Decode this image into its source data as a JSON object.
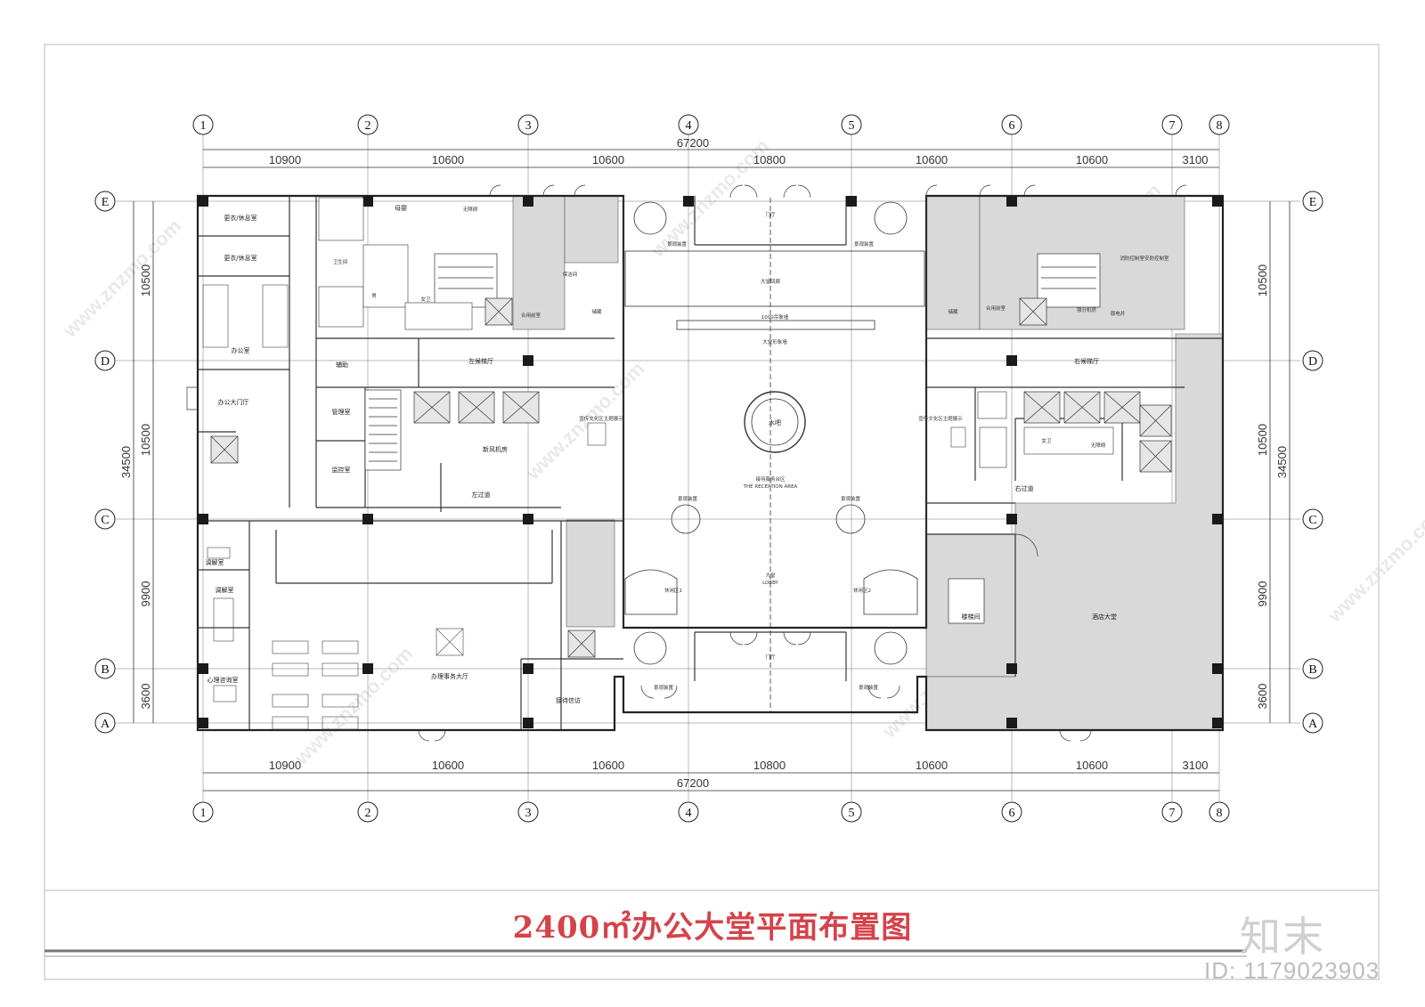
{
  "title": "2400㎡办公大堂平面布置图",
  "brand": "知末",
  "image_id": "ID: 1179023903",
  "watermark": "www.znzmo.com",
  "colors": {
    "title": "#d4434a",
    "line": "#222222",
    "fill": "#d9d9d9"
  },
  "grid": {
    "columns": [
      "1",
      "2",
      "3",
      "4",
      "5",
      "6",
      "7",
      "8"
    ],
    "rows": [
      "E",
      "D",
      "C",
      "B",
      "A"
    ],
    "top_dims": [
      "10900",
      "10600",
      "10600",
      "10800",
      "10600",
      "10600",
      "3100"
    ],
    "top_total": "67200",
    "bottom_dims": [
      "10900",
      "10600",
      "10600",
      "10800",
      "10600",
      "10600",
      "3100"
    ],
    "bottom_total": "67200",
    "side_dims": [
      "10500",
      "10500",
      "9900",
      "3600"
    ],
    "side_total": "34500"
  },
  "rooms": {
    "changing1": "更衣/休息室",
    "changing2": "更衣/休息室",
    "office": "办公室",
    "office_hall": "办公大门厅",
    "mediation": "调解室",
    "mediation2": "调解室",
    "counseling": "心理咨询室",
    "auxiliary": "辅助",
    "management": "管理室",
    "monitoring": "监控室",
    "mother": "母婴",
    "accessible": "无障碍",
    "restroom": "卫生间",
    "male": "男",
    "female": "女卫",
    "left_lift_hall": "左候梯厅",
    "publicity_left": "宣传文化区主题展示",
    "fresh_air": "新风机房",
    "left_corridor": "左过道",
    "storage_left": "储藏",
    "shaft_left": "合用前室",
    "cleaning": "保洁间",
    "gate_top": "门厅",
    "gallery": "大堂回廊",
    "wall1000": "1000吊象墙",
    "wall_main": "大堂形象墙",
    "water_bar": "水吧",
    "reception": "接待服务台区",
    "reception_en": "THE RECEPTION AREA",
    "lobby": "大堂",
    "lobby_en": "LOBBY",
    "lounge_left": "休闲区1",
    "lounge_right": "休闲区2",
    "gate_bottom": "门厅",
    "landscape": "景观装置",
    "business_hall": "办理事务大厅",
    "reception_visit": "接待信访",
    "right_lift_hall": "右候梯厅",
    "publicity_right": "宣传文化区主题展示",
    "right_corridor": "右过道",
    "storage_right": "储藏",
    "shaft_right": "合用前室",
    "fire_control": "消防控制室安防控制室",
    "weak_elec": "弱电井",
    "power": "强分机房",
    "stair_room": "楼梯间",
    "hotel_lobby": "酒店大堂",
    "female_right": "女卫",
    "accessible_right": "无障碍"
  }
}
